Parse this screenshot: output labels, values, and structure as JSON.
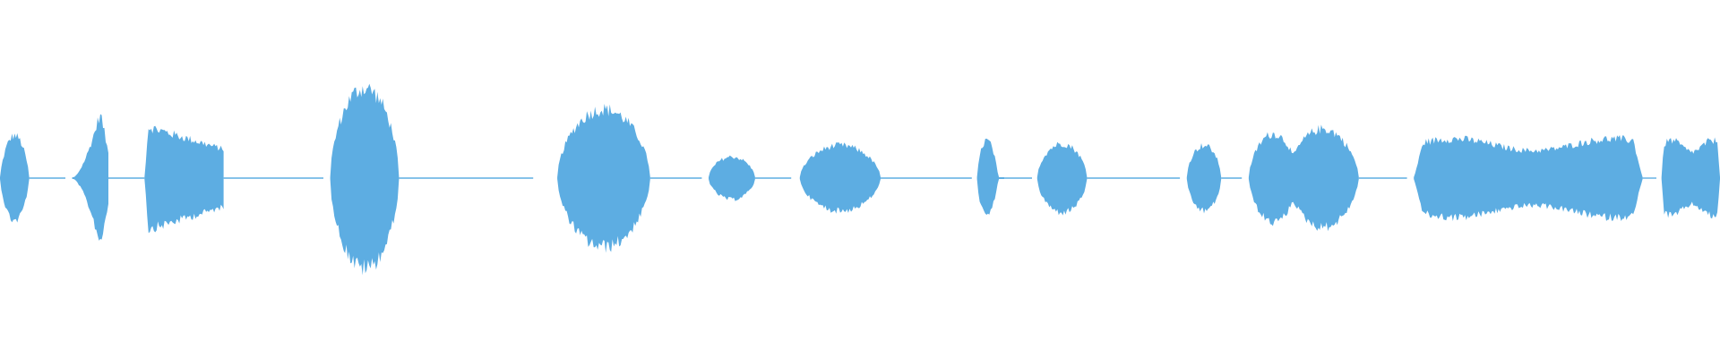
{
  "waveform": {
    "color": "#5dade2",
    "background": "#ffffff",
    "baseline_color": "#5dade2",
    "segments": [
      {
        "start": 0.0,
        "end": 0.017,
        "amp": 0.26,
        "shape": "peak-mid"
      },
      {
        "start": 0.042,
        "end": 0.063,
        "amp": 0.38,
        "shape": "peak-late"
      },
      {
        "start": 0.084,
        "end": 0.13,
        "amp": 0.32,
        "shape": "ramp-down"
      },
      {
        "start": 0.192,
        "end": 0.232,
        "amp": 0.55,
        "shape": "bulb"
      },
      {
        "start": 0.324,
        "end": 0.378,
        "amp": 0.42,
        "shape": "bulb"
      },
      {
        "start": 0.412,
        "end": 0.439,
        "amp": 0.13,
        "shape": "bulb"
      },
      {
        "start": 0.465,
        "end": 0.512,
        "amp": 0.2,
        "shape": "bulb"
      },
      {
        "start": 0.568,
        "end": 0.584,
        "amp": 0.26,
        "shape": "peak-early"
      },
      {
        "start": 0.603,
        "end": 0.632,
        "amp": 0.21,
        "shape": "bulb"
      },
      {
        "start": 0.69,
        "end": 0.71,
        "amp": 0.2,
        "shape": "bulb"
      },
      {
        "start": 0.726,
        "end": 0.79,
        "amp": 0.3,
        "shape": "double"
      },
      {
        "start": 0.822,
        "end": 0.955,
        "amp": 0.24,
        "shape": "plateau"
      },
      {
        "start": 0.966,
        "end": 1.0,
        "amp": 0.23,
        "shape": "plateau"
      }
    ],
    "noise_runs": [
      {
        "start": 0.017,
        "end": 0.038
      },
      {
        "start": 0.063,
        "end": 0.084
      },
      {
        "start": 0.13,
        "end": 0.188
      },
      {
        "start": 0.232,
        "end": 0.31
      },
      {
        "start": 0.378,
        "end": 0.408
      },
      {
        "start": 0.439,
        "end": 0.46
      },
      {
        "start": 0.512,
        "end": 0.565
      },
      {
        "start": 0.584,
        "end": 0.6
      },
      {
        "start": 0.632,
        "end": 0.686
      },
      {
        "start": 0.71,
        "end": 0.722
      },
      {
        "start": 0.79,
        "end": 0.818
      },
      {
        "start": 0.955,
        "end": 0.963
      }
    ]
  }
}
